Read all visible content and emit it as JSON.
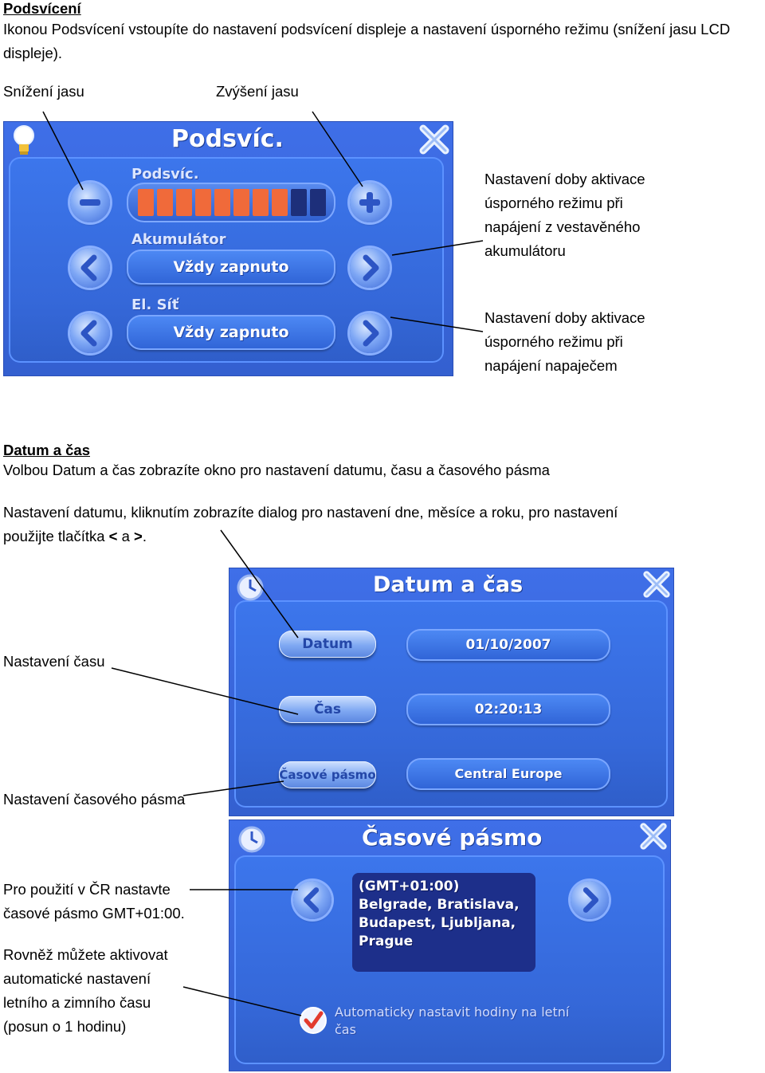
{
  "section_backlight": {
    "heading": "Podsvícení",
    "intro": "Ikonou Podsvícení vstoupíte do nastavení podsvícení displeje a nastavení úsporného režimu (snížení jasu LCD displeje).",
    "label_decrease": "Snížení jasu",
    "label_increase": "Zvýšení jasu",
    "note_battery_1": "Nastavení doby aktivace",
    "note_battery_2": "úsporného režimu při",
    "note_battery_3": "napájení z vestavěného",
    "note_battery_4": "akumulátoru",
    "note_adapter_1": "Nastavení doby aktivace",
    "note_adapter_2": "úsporného režimu při",
    "note_adapter_3": "napájení  napaječem"
  },
  "screen_backlight": {
    "title": "Podsvíc.",
    "level_label": "Podsvíc.",
    "battery_label": "Akumulátor",
    "battery_value": "Vždy zapnuto",
    "mains_label": "El. Síť",
    "mains_value": "Vždy zapnuto",
    "level_filled": 8,
    "level_total": 10,
    "bar_color": "#f06a3a"
  },
  "section_datetime": {
    "heading": "Datum a čas",
    "intro": "Volbou Datum a čas zobrazíte okno pro nastavení datumu, času a časového pásma",
    "date_hint_1": "Nastavení datumu,  kliknutím zobrazíte dialog pro nastavení dne, měsíce a roku, pro nastavení",
    "date_hint_2a": "použijte tlačítka ",
    "date_hint_lt": "<",
    "date_hint_mid": " a ",
    "date_hint_gt": ">",
    "date_hint_end": ".",
    "label_time": "Nastavení času",
    "label_timezone": "Nastavení časového pásma"
  },
  "screen_datetime": {
    "title": "Datum a čas",
    "date_button": "Datum",
    "date_value": "01/10/2007",
    "time_button": "Čas",
    "time_value": "02:20:13",
    "tz_button": "Časové pásmo",
    "tz_value": "Central Europe"
  },
  "section_timezone": {
    "note_cz_1": "Pro použití v ČR nastavte",
    "note_cz_2": "časové pásmo GMT+01:00.",
    "note_dst_1": "Rovněž můžete aktivovat",
    "note_dst_2": "automatické nastavení",
    "note_dst_3": "letního a zimního času",
    "note_dst_4": "(posun o 1 hodinu)"
  },
  "screen_timezone": {
    "title": "Časové pásmo",
    "zone_text": "(GMT+01:00) Belgrade, Bratislava, Budapest, Ljubljana, Prague",
    "auto_dst_label": "Automaticky nastavit hodiny na letní čas"
  }
}
